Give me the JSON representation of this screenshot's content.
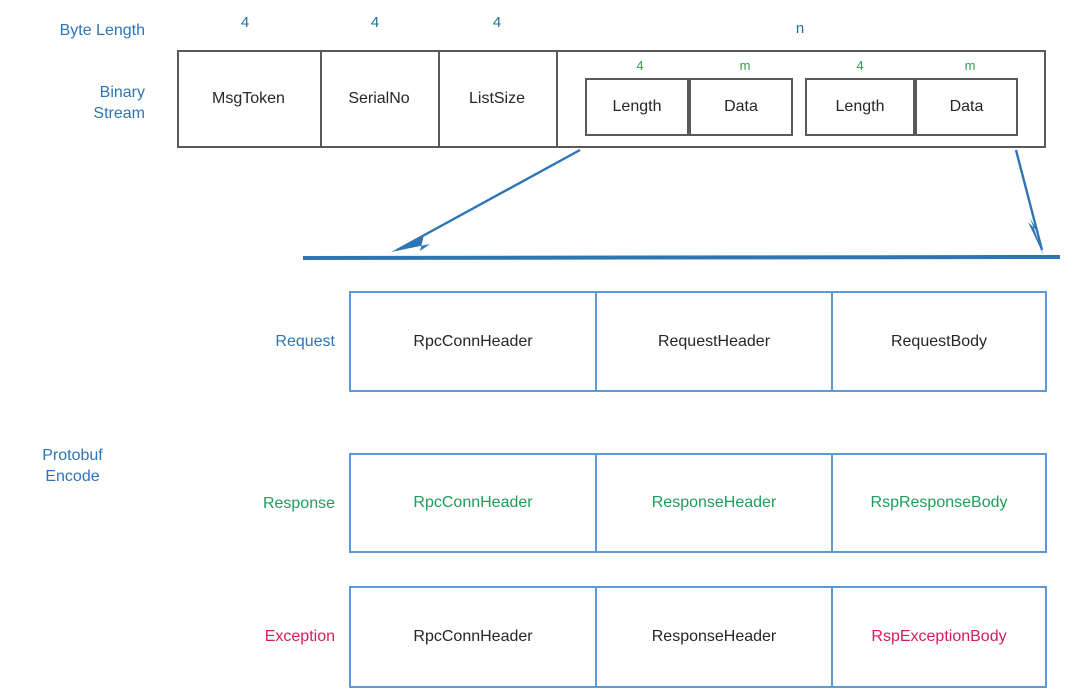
{
  "labels": {
    "byte_length": "Byte Length",
    "binary_stream": "Binary\nStream",
    "protobuf_encode": "Protobuf\nEncode"
  },
  "binary_stream": {
    "byte_lengths": [
      "4",
      "4",
      "4",
      "n"
    ],
    "cells": [
      "MsgToken",
      "SerialNo",
      "ListSize"
    ],
    "entries": [
      {
        "length_size": "4",
        "data_size": "m",
        "length_label": "Length",
        "data_label": "Data"
      },
      {
        "length_size": "4",
        "data_size": "m",
        "length_label": "Length",
        "data_label": "Data"
      }
    ]
  },
  "protobuf_rows": [
    {
      "label": "Request",
      "label_color": "#2E75B6",
      "cells": [
        {
          "text": "RpcConnHeader",
          "color": "#262626"
        },
        {
          "text": "RequestHeader",
          "color": "#262626"
        },
        {
          "text": "RequestBody",
          "color": "#262626"
        }
      ]
    },
    {
      "label": "Response",
      "label_color": "#1E9E5A",
      "cells": [
        {
          "text": "RpcConnHeader",
          "color": "#1E9E5A"
        },
        {
          "text": "ResponseHeader",
          "color": "#1E9E5A"
        },
        {
          "text": "RspResponseBody",
          "color": "#1E9E5A"
        }
      ]
    },
    {
      "label": "Exception",
      "label_color": "#D81B60",
      "cells": [
        {
          "text": "RpcConnHeader",
          "color": "#262626"
        },
        {
          "text": "ResponseHeader",
          "color": "#262626"
        },
        {
          "text": "RspExceptionBody",
          "color": "#D81B60"
        }
      ]
    }
  ],
  "colors": {
    "frame_stroke": "#595959",
    "accent_blue": "#2E75B6",
    "box_blue": "#5B9BD5",
    "green": "#1E9E5A",
    "byte_teal": "#1F7391",
    "inner_green": "#2E9E4F",
    "red": "#D81B60"
  }
}
